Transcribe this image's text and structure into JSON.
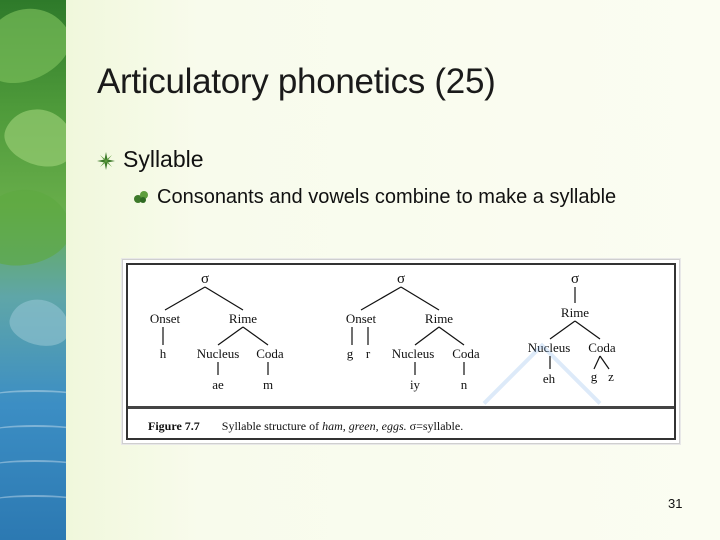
{
  "slide": {
    "title": "Articulatory phonetics (25)",
    "bullets": {
      "level1": "Syllable",
      "level2": "Consonants and vowels combine to make a syllable"
    },
    "page_number": "31"
  },
  "figure": {
    "trees": [
      {
        "root": "σ",
        "onset": "Onset",
        "rime": "Rime",
        "onset_children": [
          "h"
        ],
        "nucleus": "Nucleus",
        "coda": "Coda",
        "nucleus_children": [
          "ae"
        ],
        "coda_children": [
          "m"
        ]
      },
      {
        "root": "σ",
        "onset": "Onset",
        "rime": "Rime",
        "onset_children": [
          "g",
          "r"
        ],
        "nucleus": "Nucleus",
        "coda": "Coda",
        "nucleus_children": [
          "iy"
        ],
        "coda_children": [
          "n"
        ]
      },
      {
        "root": "σ",
        "rime": "Rime",
        "nucleus": "Nucleus",
        "coda": "Coda",
        "nucleus_children": [
          "eh"
        ],
        "coda_children": [
          "g",
          "z"
        ]
      }
    ],
    "caption": {
      "label": "Figure 7.7",
      "text_prefix": "Syllable structure of ",
      "words": "ham, green, eggs.",
      "suffix": " σ=syllable."
    }
  },
  "colors": {
    "title_text": "#1a1a1a",
    "bullet_green": "#3d7a2a",
    "figure_border": "#333333"
  },
  "icons": {
    "bullet_level1": "green-star-bullet-icon",
    "bullet_level2": "green-leaf-bullet-icon"
  }
}
